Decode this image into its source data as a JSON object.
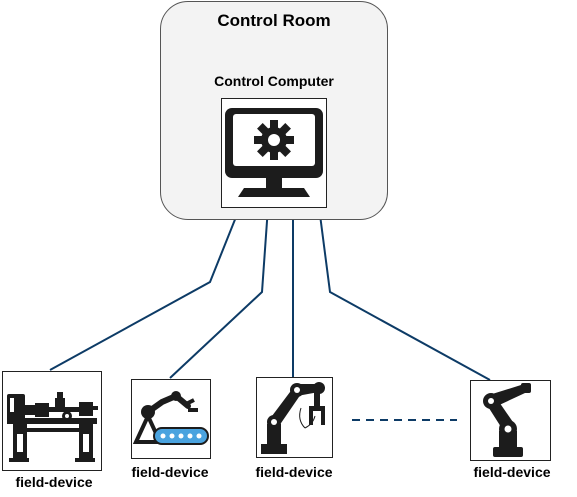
{
  "control_room": {
    "title": "Control Room",
    "computer_label": "Control Computer",
    "computer_icon": "monitor-gear-icon"
  },
  "devices": [
    {
      "label": "field-device",
      "icon": "lathe-machine-icon"
    },
    {
      "label": "field-device",
      "icon": "conveyor-robot-arm-icon"
    },
    {
      "label": "field-device",
      "icon": "robot-arm-gripper-icon"
    },
    {
      "label": "field-device",
      "icon": "industrial-robot-arm-icon"
    }
  ],
  "colors": {
    "connection": "#0d3b66",
    "room_fill": "#f3f3f3",
    "icon": "#1c1c1c",
    "conveyor_accent": "#4aa3df"
  }
}
